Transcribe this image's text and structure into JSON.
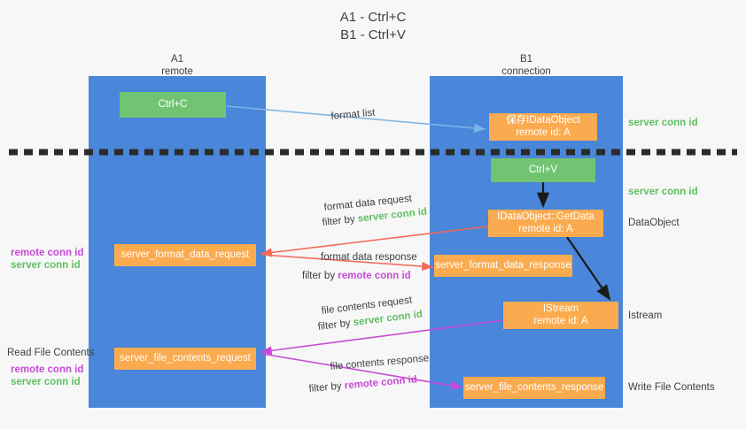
{
  "title": {
    "line1": "A1 - Ctrl+C",
    "line2": "B1 - Ctrl+V"
  },
  "lanes": [
    {
      "name": "A1",
      "sub": "remote"
    },
    {
      "name": "B1",
      "sub": "connection"
    }
  ],
  "boxes": {
    "ctrl_c": "Ctrl+C",
    "save_idataobject_l1": "保存IDataObject",
    "save_idataobject_l2": "remote id: A",
    "ctrl_v": "Ctrl+V",
    "getdata_l1": "IDataObject::GetData",
    "getdata_l2": "remote id: A",
    "server_format_data_request": "server_format_data_request",
    "server_format_data_response": "server_format_data_response",
    "istream_l1": "IStream",
    "istream_l2": "remote id: A",
    "server_file_contents_request": "server_file_contents_request",
    "server_file_contents_response": "server_file_contents_response"
  },
  "edge_labels": {
    "format_list": "format list",
    "format_data_request": "format data request",
    "format_data_request_filter_prefix": "filter by ",
    "format_data_request_filter_value": "server conn id",
    "format_data_response": "format data response",
    "format_data_response_filter_prefix": "filter by ",
    "format_data_response_filter_value": "remote conn id",
    "file_contents_request": "file contents request",
    "file_contents_request_filter_prefix": "filter by ",
    "file_contents_request_filter_value": "server conn id",
    "file_contents_response": "file contents response",
    "file_contents_response_filter_prefix": "filter by ",
    "file_contents_response_filter_value": "remote conn id"
  },
  "right_labels": {
    "server_conn_id_top": "server conn id",
    "server_conn_id_mid": "server conn id",
    "dataobject": "DataObject",
    "istream": "Istream",
    "write_file_contents": "Write File Contents"
  },
  "left_labels": {
    "remote_conn_id_upper": "remote conn id",
    "server_conn_id_upper": "server conn id",
    "read_file_contents": "Read File Contents",
    "remote_conn_id_lower": "remote conn id",
    "server_conn_id_lower": "server conn id"
  },
  "colors": {
    "lane": "#4a86d9",
    "green_box": "#72c472",
    "orange_box": "#fbab4f",
    "green_text": "#5fbf61",
    "magenta_text": "#c74bd6",
    "red_arrow": "#ef6a5a",
    "blue_arrow": "#7fb4e8",
    "magenta_arrow": "#c74bd6",
    "black_arrow": "#1a1a1a",
    "background": "#f7f7f7"
  }
}
